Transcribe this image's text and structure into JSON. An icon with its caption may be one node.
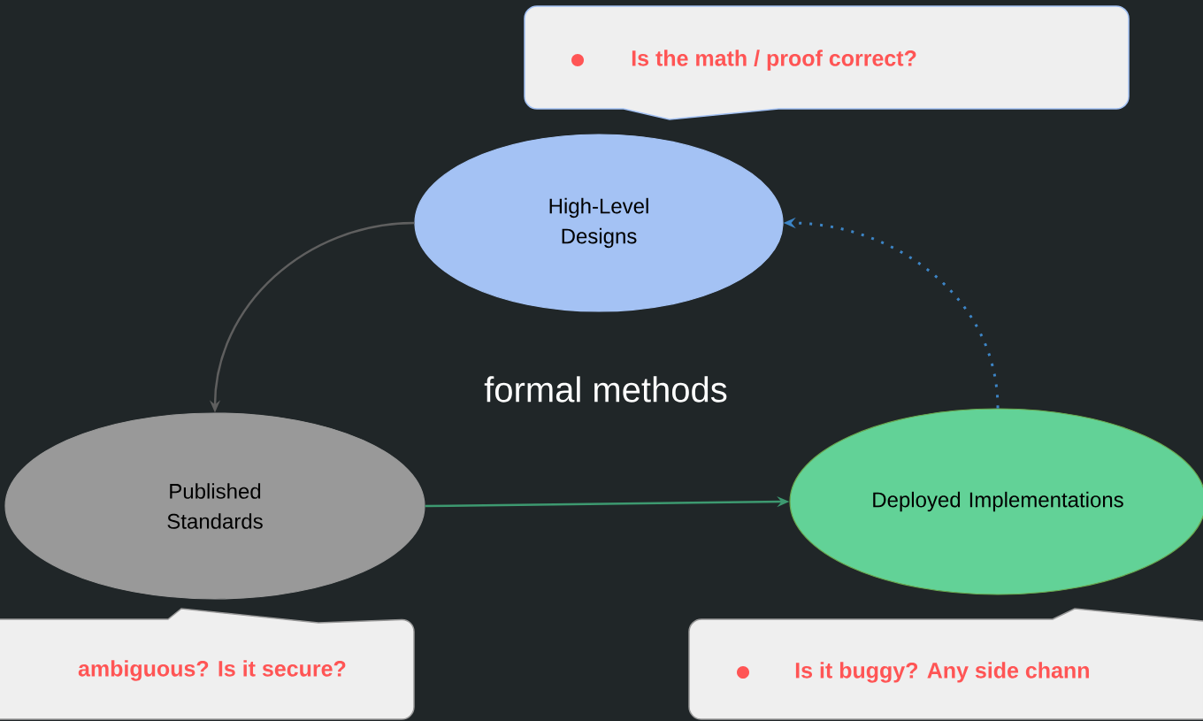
{
  "diagram": {
    "nodes": [
      {
        "text": [
          "Is the math / proof correct?"
        ]
      },
      {
        "text": [
          "High-Level Designs"
        ]
      },
      {
        "text": [
          "Published Standards"
        ]
      },
      {
        "text": [
          "Deployed Implementations"
        ]
      },
      {
        "text": [
          "ambiguous? Is it secure?"
        ]
      },
      {
        "text": [
          "Is it buggy? Any side chann"
        ]
      }
    ],
    "edges": [
      {
        "from": 1,
        "to": 2,
        "arrow": "to",
        "color": "#5f5f5f"
      },
      {
        "from": 2,
        "to": 3,
        "arrow": "to",
        "color": "#3d9970"
      },
      {
        "from": 3,
        "to": 1,
        "arrow": "to",
        "style": "dashed",
        "color": "#3d85c6"
      }
    ],
    "labels": [
      "formal methods"
    ]
  }
}
